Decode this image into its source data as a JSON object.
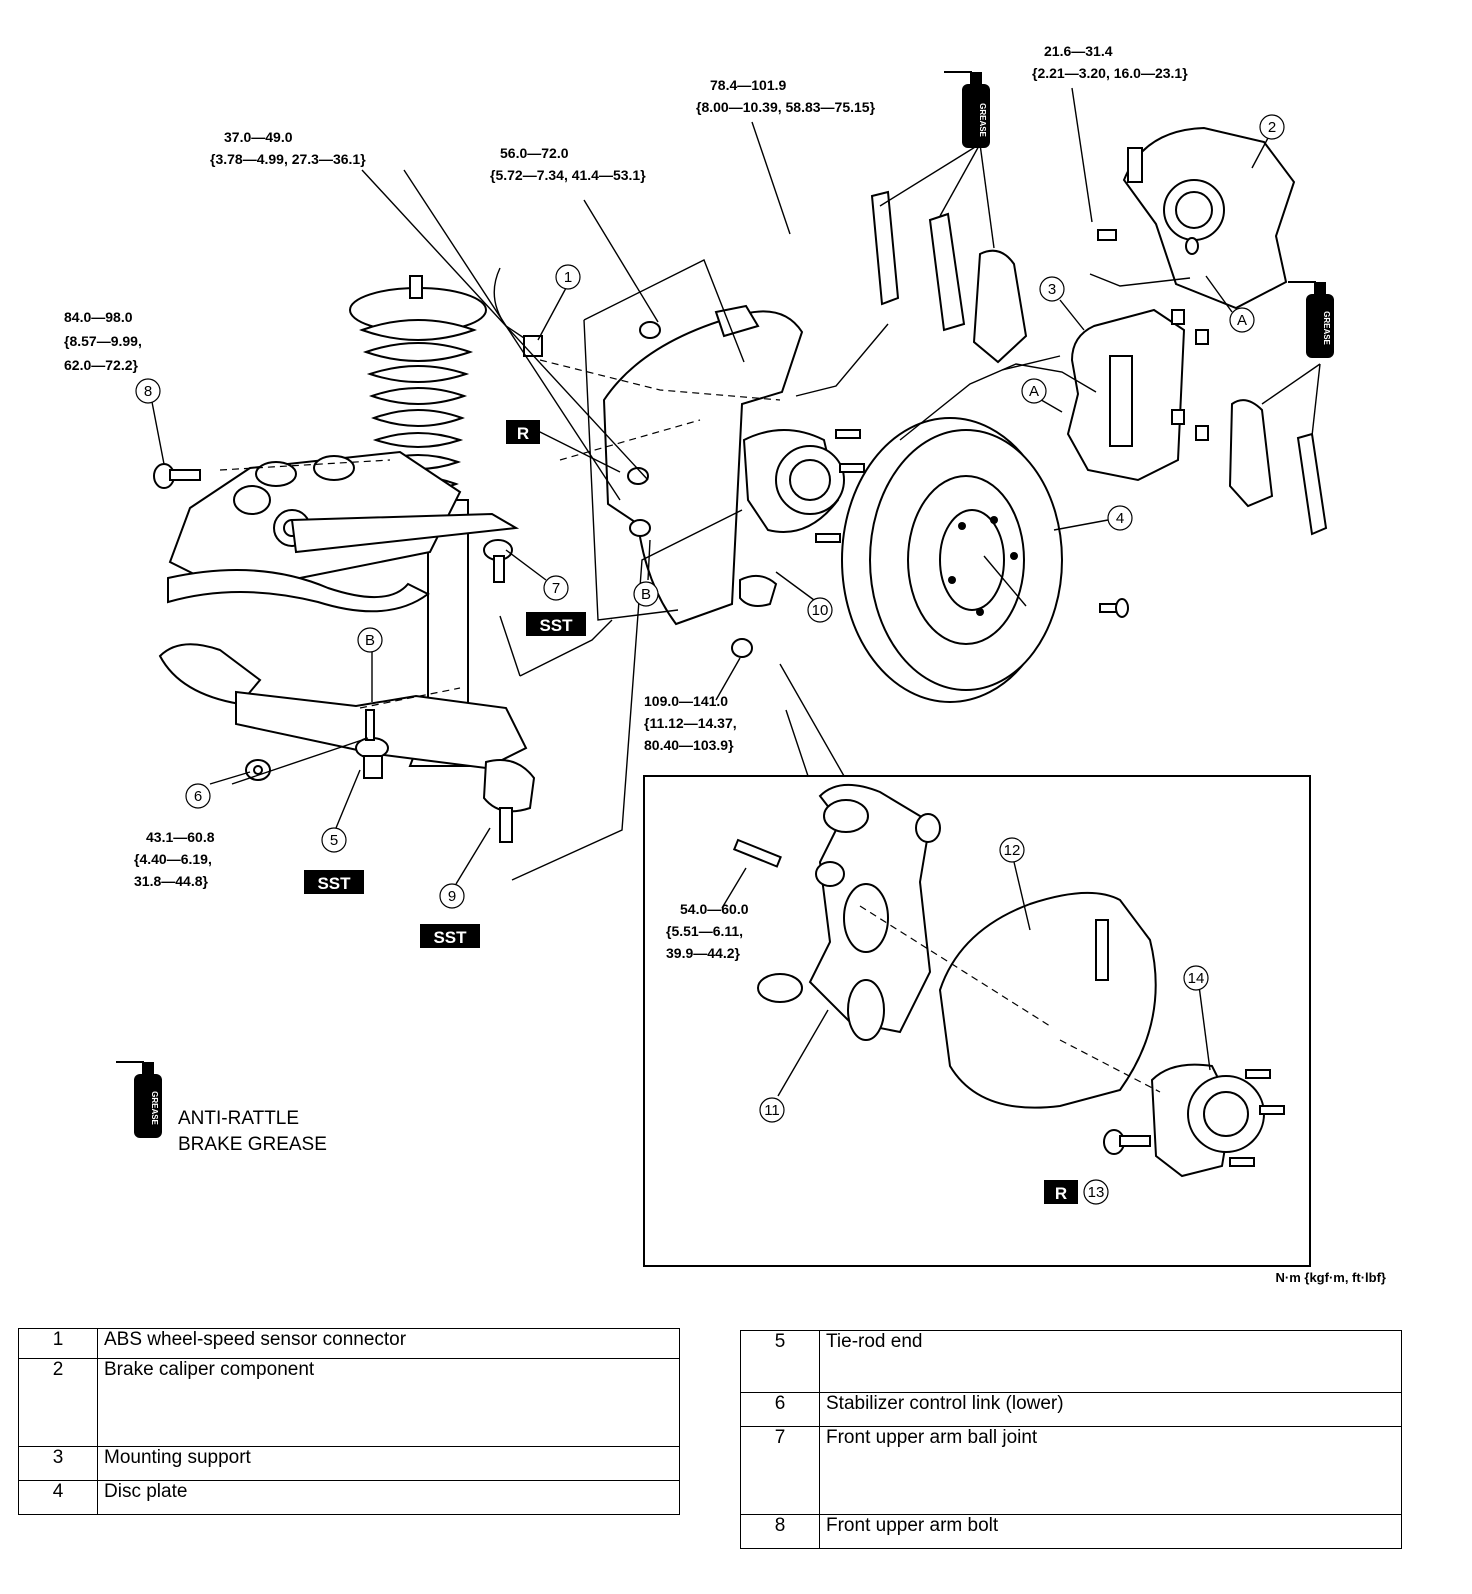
{
  "torque_specs": {
    "t_8": [
      "84.0—98.0",
      "{8.57—9.99,",
      "62.0—72.2}"
    ],
    "t_upper": [
      "37.0—49.0",
      "{3.78—4.99, 27.3—36.1}"
    ],
    "t_abs": [
      "56.0—72.0",
      "{5.72—7.34, 41.4—53.1}"
    ],
    "t_caliper_bolt": [
      "78.4—101.9",
      "{8.00—10.39, 58.83—75.15}"
    ],
    "t_caliper": [
      "21.6—31.4",
      "{2.21—3.20, 16.0—23.1}"
    ],
    "t_knuckle_nut": [
      "109.0—141.0",
      "{11.12—14.37,",
      "80.40—103.9}"
    ],
    "t_6": [
      "43.1—60.8",
      "{4.40—6.19,",
      "31.8—44.8}"
    ],
    "t_hub_bolt": [
      "54.0—60.0",
      "{5.51—6.11,",
      "39.9—44.2}"
    ]
  },
  "callouts": {
    "c1": "1",
    "c2": "2",
    "c3": "3",
    "c4": "4",
    "c5": "5",
    "c6": "6",
    "c7": "7",
    "c8": "8",
    "c9": "9",
    "c10": "10",
    "c11": "11",
    "c12": "12",
    "c13": "13",
    "c14": "14",
    "cA1": "A",
    "cA2": "A",
    "cB1": "B",
    "cB2": "B"
  },
  "tags": {
    "sst": "SST",
    "replace": "R"
  },
  "grease_label": "GREASE",
  "legend": {
    "line1": "ANTI-RATTLE",
    "line2": "BRAKE GREASE"
  },
  "unit_label": "N·m {kgf·m,  ft·lbf}",
  "parts_table_left": [
    {
      "num": "1",
      "name": "ABS wheel-speed sensor connector"
    },
    {
      "num": "2",
      "name": "Brake caliper component"
    },
    {
      "num": "3",
      "name": "Mounting support"
    },
    {
      "num": "4",
      "name": "Disc plate"
    }
  ],
  "parts_table_right": [
    {
      "num": "5",
      "name": "Tie-rod end"
    },
    {
      "num": "6",
      "name": "Stabilizer control link (lower)"
    },
    {
      "num": "7",
      "name": "Front upper arm ball joint"
    },
    {
      "num": "8",
      "name": "Front upper arm bolt"
    }
  ]
}
